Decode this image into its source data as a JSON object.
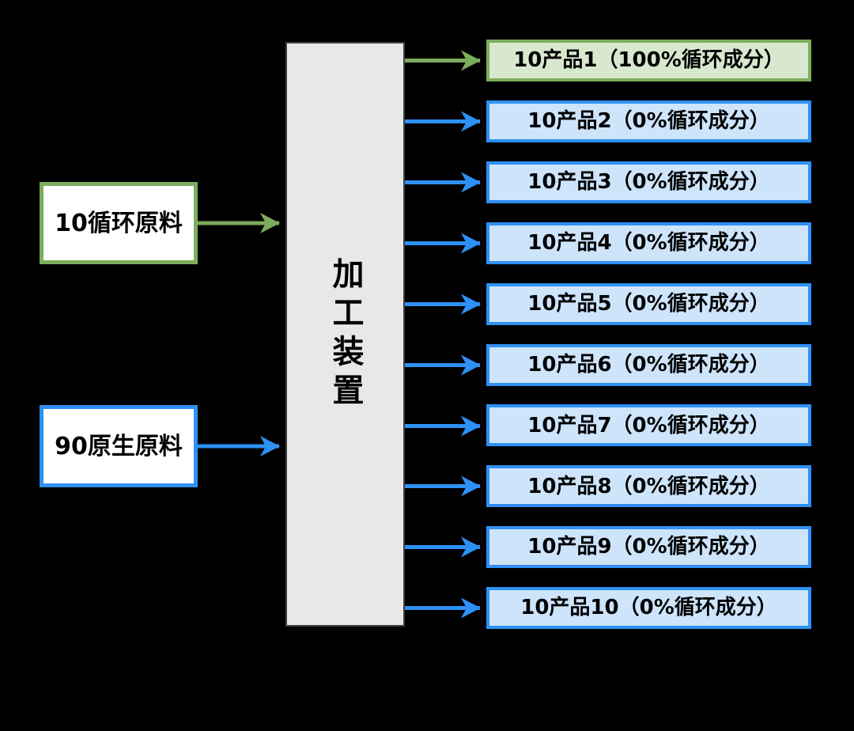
{
  "diagram": {
    "title": "mass-balance flow diagram",
    "center_box": {
      "label": "加工装置"
    },
    "inputs": [
      {
        "label": "10循环原料",
        "type": "recycled"
      },
      {
        "label": "90原生原料",
        "type": "virgin"
      }
    ],
    "products": [
      {
        "label": "10产品1（100%循环成分）",
        "type": "recycled"
      },
      {
        "label": "10产品2（0%循环成分）",
        "type": "virgin"
      },
      {
        "label": "10产品3（0%循环成分）",
        "type": "virgin"
      },
      {
        "label": "10产品4（0%循环成分）",
        "type": "virgin"
      },
      {
        "label": "10产品5（0%循环成分）",
        "type": "virgin"
      },
      {
        "label": "10产品6（0%循环成分）",
        "type": "virgin"
      },
      {
        "label": "10产品7（0%循环成分）",
        "type": "virgin"
      },
      {
        "label": "10产品8（0%循环成分）",
        "type": "virgin"
      },
      {
        "label": "10产品9（0%循环成分）",
        "type": "virgin"
      },
      {
        "label": "10产品10（0%循环成分）",
        "type": "virgin"
      }
    ]
  },
  "colors": {
    "background": "#000000",
    "text": "#000000",
    "green_stroke": "#7CAC5D",
    "green_fill": "#D8E8CF",
    "blue_stroke": "#2E90F4",
    "blue_fill": "#CDE4FB",
    "box_fill_white": "#FFFFFF",
    "processor_fill": "#E8E8E8",
    "processor_border": "#404040"
  }
}
